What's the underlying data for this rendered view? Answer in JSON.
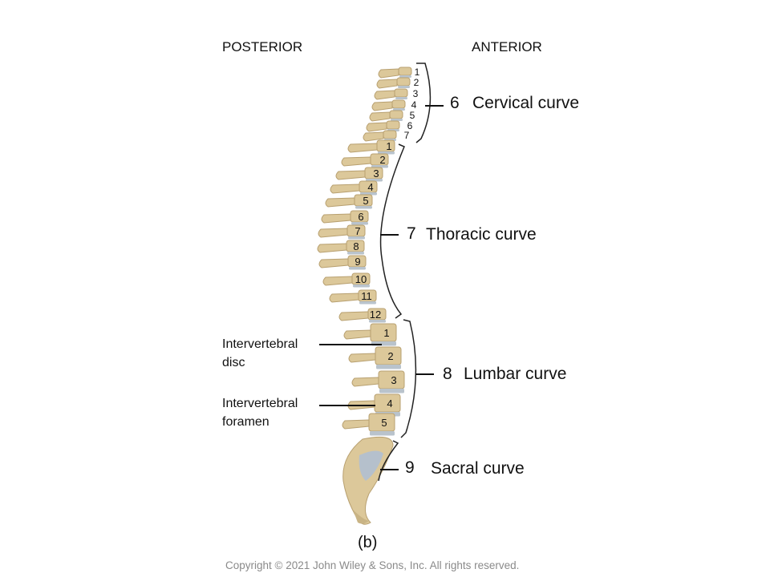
{
  "header": {
    "posterior": "POSTERIOR",
    "anterior": "ANTERIOR"
  },
  "curves": {
    "cervical": {
      "number": "6",
      "name": "Cervical curve"
    },
    "thoracic": {
      "number": "7",
      "name": "Thoracic curve"
    },
    "lumbar": {
      "number": "8",
      "name": "Lumbar curve"
    },
    "sacral": {
      "number": "9",
      "name": "Sacral curve"
    }
  },
  "labels": {
    "intervertebral_disc": [
      "Intervertebral",
      "disc"
    ],
    "intervertebral_foramen": [
      "Intervertebral",
      "foramen"
    ]
  },
  "vertebra_numbers": {
    "cervical": [
      "1",
      "2",
      "3",
      "4",
      "5",
      "6",
      "7"
    ],
    "thoracic": [
      "1",
      "2",
      "3",
      "4",
      "5",
      "6",
      "7",
      "8",
      "9",
      "10",
      "11",
      "12"
    ],
    "lumbar": [
      "1",
      "2",
      "3",
      "4",
      "5"
    ]
  },
  "caption": "(b)",
  "copyright": "Copyright © 2021 John Wiley & Sons, Inc. All rights reserved.",
  "colors": {
    "bone": "#dcc89a",
    "bone_shadow": "#b8a070",
    "disc": "#b9c3cc",
    "sacrum_inner": "#b5c0cc"
  }
}
